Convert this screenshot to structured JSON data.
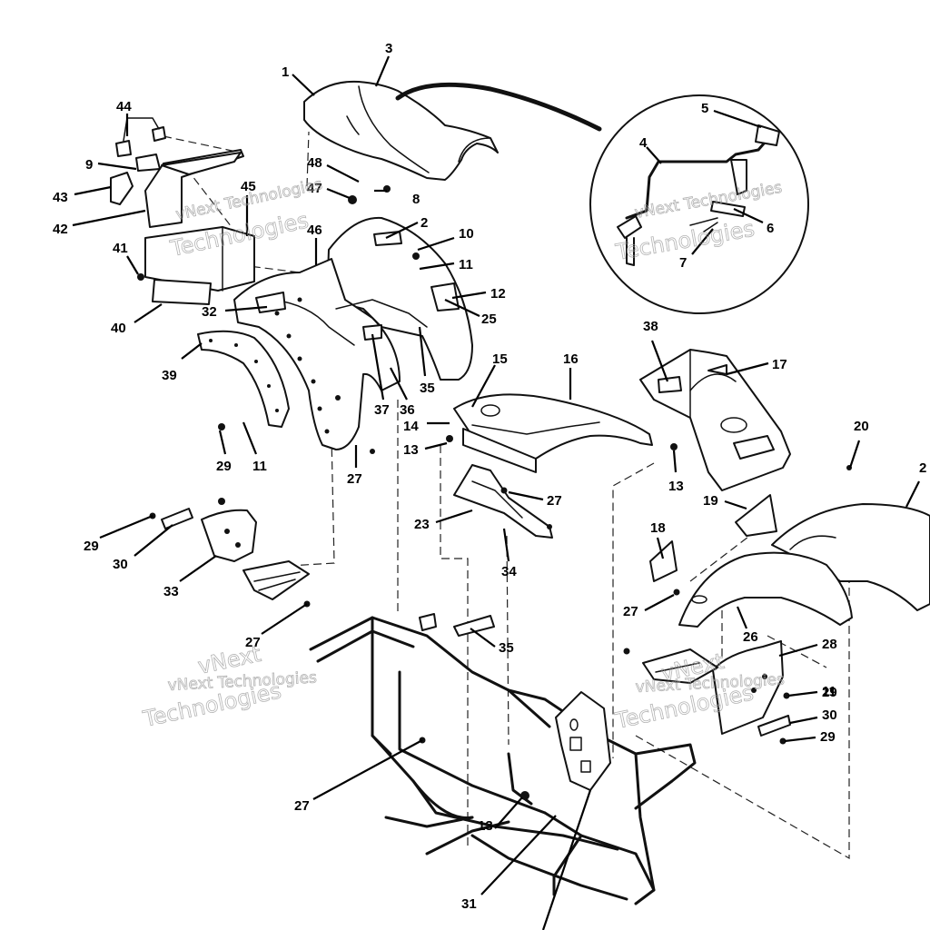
{
  "diagram": {
    "callouts": [
      {
        "label": "1"
      },
      {
        "label": "3"
      },
      {
        "label": "44"
      },
      {
        "label": "9"
      },
      {
        "label": "43"
      },
      {
        "label": "42"
      },
      {
        "label": "45"
      },
      {
        "label": "48"
      },
      {
        "label": "47"
      },
      {
        "label": "8"
      },
      {
        "label": "41"
      },
      {
        "label": "40"
      },
      {
        "label": "46"
      },
      {
        "label": "2"
      },
      {
        "label": "10"
      },
      {
        "label": "11"
      },
      {
        "label": "12"
      },
      {
        "label": "25"
      },
      {
        "label": "32"
      },
      {
        "label": "39"
      },
      {
        "label": "37"
      },
      {
        "label": "36"
      },
      {
        "label": "35"
      },
      {
        "label": "29"
      },
      {
        "label": "11"
      },
      {
        "label": "27"
      },
      {
        "label": "29"
      },
      {
        "label": "30"
      },
      {
        "label": "33"
      },
      {
        "label": "27"
      },
      {
        "label": "15"
      },
      {
        "label": "16"
      },
      {
        "label": "14"
      },
      {
        "label": "13"
      },
      {
        "label": "27"
      },
      {
        "label": "23"
      },
      {
        "label": "34"
      },
      {
        "label": "38"
      },
      {
        "label": "17"
      },
      {
        "label": "13"
      },
      {
        "label": "20"
      },
      {
        "label": "2"
      },
      {
        "label": "19"
      },
      {
        "label": "18"
      },
      {
        "label": "27"
      },
      {
        "label": "26"
      },
      {
        "label": "28"
      },
      {
        "label": "11"
      },
      {
        "label": "29"
      },
      {
        "label": "30"
      },
      {
        "label": "29"
      },
      {
        "label": "35"
      },
      {
        "label": "27"
      },
      {
        "label": "13"
      },
      {
        "label": "31"
      },
      {
        "label": "5"
      },
      {
        "label": "4"
      },
      {
        "label": "6"
      },
      {
        "label": "7"
      }
    ],
    "watermarks": [
      {
        "text": "vNext Technologies"
      },
      {
        "text": "Technologies"
      },
      {
        "text": "vNext Technologies"
      },
      {
        "text": "Technologies"
      },
      {
        "text": "vNext"
      },
      {
        "text": "vNext Technologies"
      },
      {
        "text": "Technologies"
      },
      {
        "text": "vNext"
      },
      {
        "text": "vNext Technologies"
      },
      {
        "text": "Technologies"
      }
    ]
  }
}
